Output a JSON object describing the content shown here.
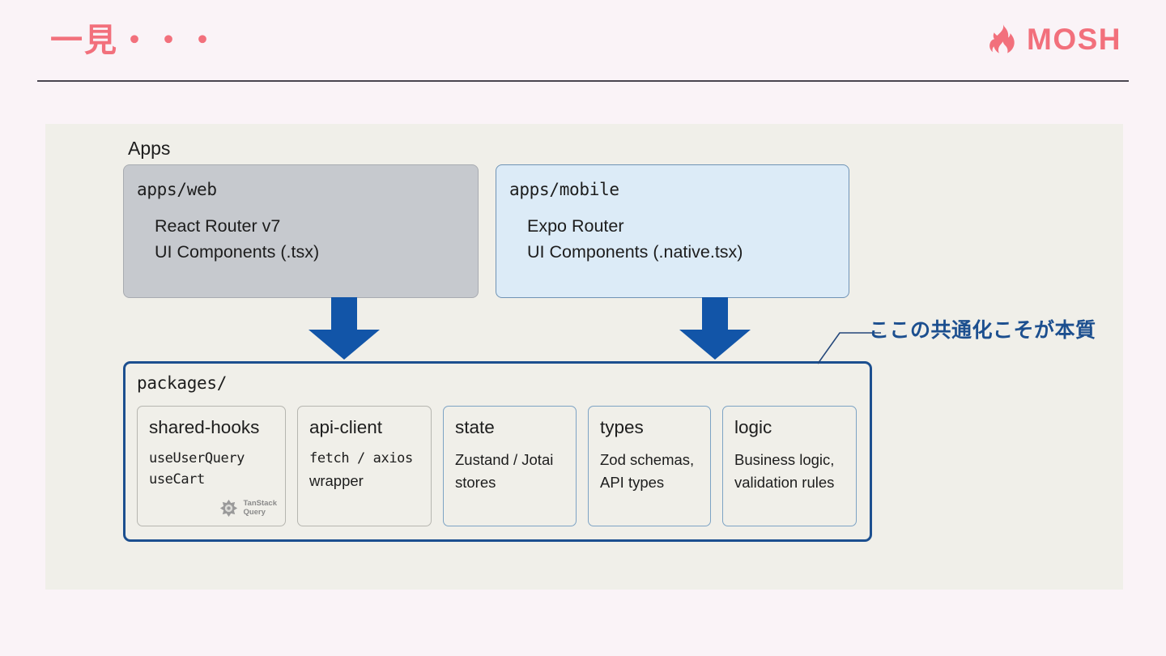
{
  "header": {
    "title": "一見・・・",
    "brand": "MOSH",
    "brand_icon": "flame-icon",
    "accent_color": "#f2707c",
    "rule_color": "#4a4650"
  },
  "diagram": {
    "panel_bg": "#f0efe9",
    "apps_label": "Apps",
    "app_boxes": [
      {
        "path": "apps/web",
        "lines": [
          "React Router v7",
          "UI Components (.tsx)"
        ],
        "bg": "#c6c9ce",
        "border": "#a8abb1"
      },
      {
        "path": "apps/mobile",
        "lines": [
          "Expo Router",
          "UI Components (.native.tsx)"
        ],
        "bg": "#dcebf7",
        "border": "#6f93b5"
      }
    ],
    "arrow_color": "#1255a8",
    "packages": {
      "path": "packages/",
      "border_color": "#1c4f8f",
      "cards": [
        {
          "title": "shared-hooks",
          "desc_mono": "useUserQuery\nuseCart",
          "badge": {
            "icon": "tanstack-query-icon",
            "text": "TanStack\nQuery"
          },
          "border_style": "gray"
        },
        {
          "title": "api-client",
          "desc_mono_line": "fetch / axios",
          "desc_sans_line": "wrapper",
          "border_style": "gray"
        },
        {
          "title": "state",
          "desc": "Zustand / Jotai\nstores",
          "border_style": "blue"
        },
        {
          "title": "types",
          "desc": "Zod schemas,\nAPI types",
          "border_style": "blue"
        },
        {
          "title": "logic",
          "desc": "Business logic,\nvalidation rules",
          "border_style": "blue"
        }
      ]
    },
    "callout": {
      "text": "ここの共通化こそが本質",
      "color": "#1c4f8f"
    }
  }
}
